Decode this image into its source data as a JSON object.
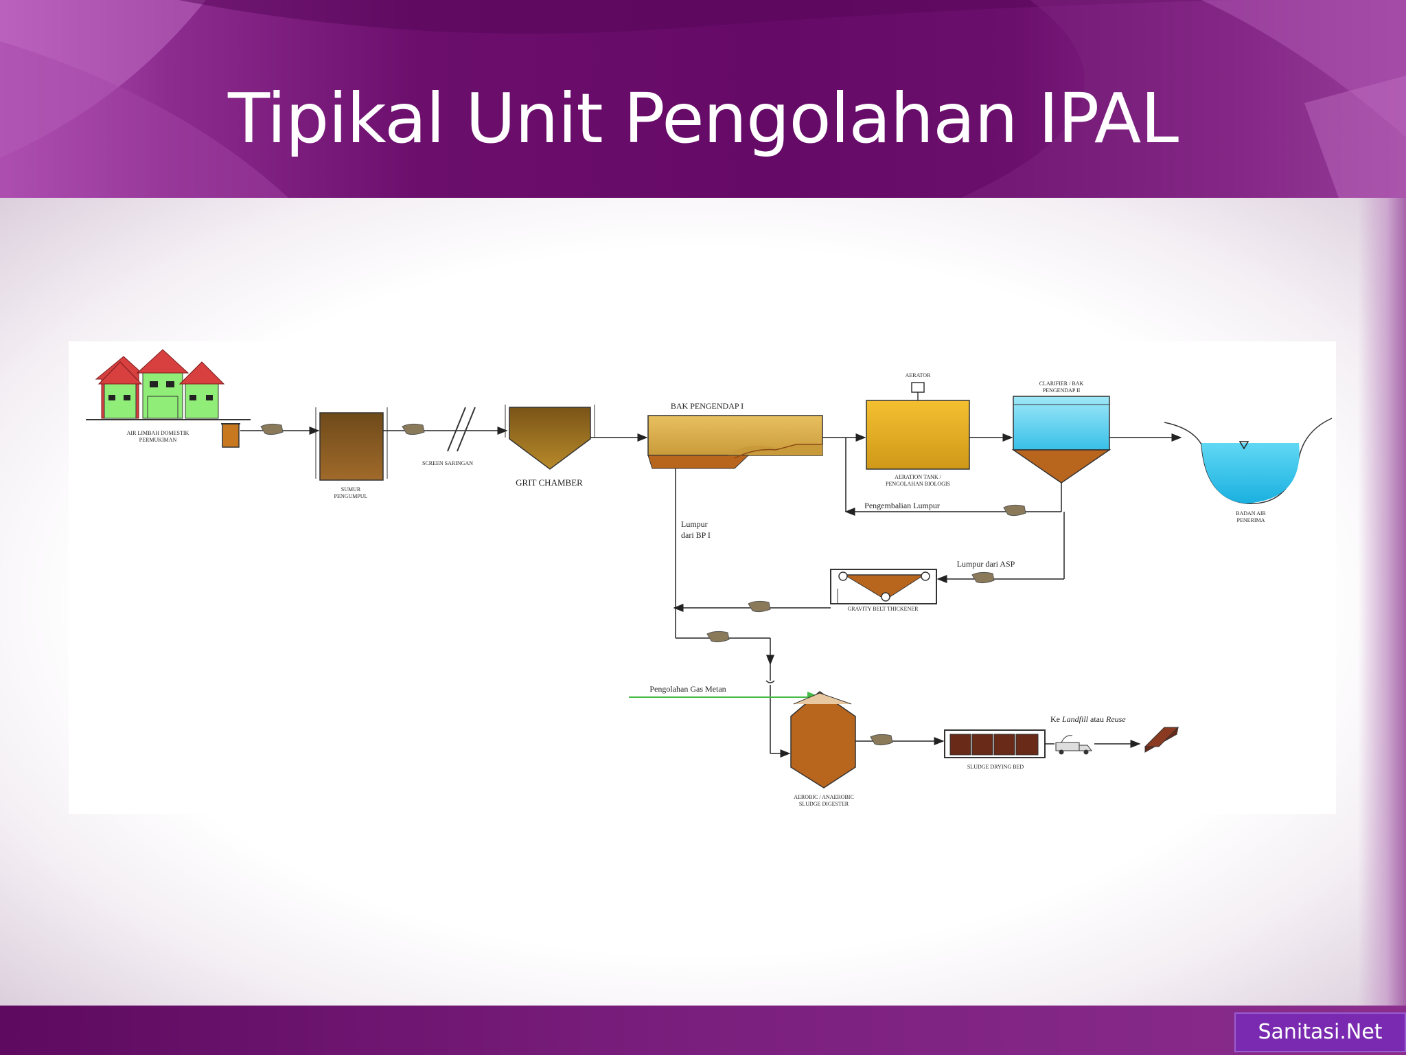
{
  "slide": {
    "title": "Tipikal Unit Pengolahan IPAL",
    "brand": "Sanitasi.Net"
  },
  "diagram": {
    "labels": {
      "source": "AIR LIMBAH DOMESTIK",
      "source_line2": "PERMUKIMAN",
      "sumur": "SUMUR",
      "sumur_line2": "PENGUMPUL",
      "screen": "SCREEN SARINGAN",
      "grit": "GRIT CHAMBER",
      "bak_pengendap": "BAK PENGENDAP I",
      "aerator": "AERATOR",
      "aeration_tank": "AERATION TANK /",
      "aeration_tank_line2": "PENGOLAHAN BIOLOGIS",
      "clarifier": "CLARIFIER / BAK",
      "clarifier_line2": "PENGENDAP II",
      "badan_air": "BADAN AIR",
      "badan_air_line2": "PENERIMA",
      "pengembalian": "Pengembalian Lumpur",
      "lumpur_bp": "Lumpur",
      "lumpur_bp_line2": "dari BP I",
      "lumpur_asp": "Lumpur dari ASP",
      "thickener": "GRAVITY BELT THICKENER",
      "gas_metan": "Pengolahan Gas Metan",
      "digester": "AEROBIC / ANAEROBIC",
      "digester_line2": "SLUDGE DIGESTER",
      "drying": "SLUDGE DRYING BED",
      "landfill_prefix": "Ke",
      "landfill_word": "Landfill",
      "landfill_mid": "atau",
      "landfill_reuse": "Reuse"
    },
    "colors": {
      "water": "#40c8ec",
      "sludge": "#a0521a",
      "tank_yellow": "#e8b020",
      "sumur": "#8a5a1e",
      "grit": "#9a6b1c",
      "house": "#90ee78",
      "roof": "#d84040",
      "pump": "#8a7a5a",
      "gas_line": "#44bb44"
    },
    "icons": [
      "houses-icon",
      "pump-icon",
      "mixer-icon",
      "truck-icon",
      "water-level-icon"
    ]
  }
}
